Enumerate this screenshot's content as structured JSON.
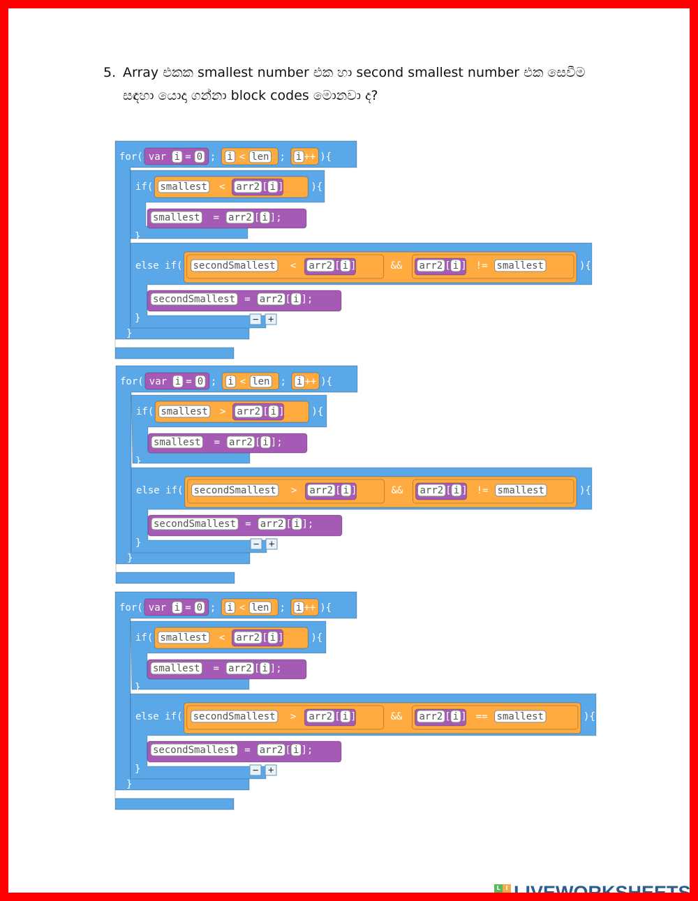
{
  "question": {
    "number": "5.",
    "line1": "Array එකක smallest number එක හා second smallest number එක සෙවීම",
    "line2": "සඳහා යොදා ගන්නා block codes මොනවා ද?"
  },
  "code_blocks": [
    {
      "for_kw": "for(",
      "var_kw": "var",
      "var_i": "i",
      "eq": "=",
      "zero": "0",
      "semi1": ";",
      "cond_i": "i",
      "lt": "<",
      "len": "len",
      "semi2": ";",
      "inc_i": "i",
      "inc_op": "++",
      "close_open": "){",
      "if_kw": "if(",
      "if_var": "smallest",
      "if_op": "<",
      "if_arr": "arr2",
      "if_idx": "i",
      "if_close": "){",
      "assign_var": "smallest",
      "assign_eq": "=",
      "assign_arr": "arr2",
      "assign_idx": "i",
      "assign_semi": ";",
      "brace1": "}",
      "elseif_kw": "else if(",
      "e_var": "secondSmallest",
      "e_op": "<",
      "e_arr": "arr2",
      "e_idx": "i",
      "e_and": "&&",
      "e_arr2": "arr2",
      "e_idx2": "i",
      "e_op2": "!=",
      "e_smallest": "smallest",
      "e_close": "){",
      "a2_var": "secondSmallest",
      "a2_eq": "=",
      "a2_arr": "arr2",
      "a2_idx": "i",
      "a2_semi": ";",
      "brace2": "}",
      "brace3": "}",
      "minus": "−",
      "plus": "+"
    },
    {
      "for_kw": "for(",
      "var_kw": "var",
      "var_i": "i",
      "eq": "=",
      "zero": "0",
      "semi1": ";",
      "cond_i": "i",
      "lt": "<",
      "len": "len",
      "semi2": ";",
      "inc_i": "i",
      "inc_op": "++",
      "close_open": "){",
      "if_kw": "if(",
      "if_var": "smallest",
      "if_op": ">",
      "if_arr": "arr2",
      "if_idx": "i",
      "if_close": "){",
      "assign_var": "smallest",
      "assign_eq": "=",
      "assign_arr": "arr2",
      "assign_idx": "i",
      "assign_semi": ";",
      "brace1": "}",
      "elseif_kw": "else if(",
      "e_var": "secondSmallest",
      "e_op": ">",
      "e_arr": "arr2",
      "e_idx": "i",
      "e_and": "&&",
      "e_arr2": "arr2",
      "e_idx2": "i",
      "e_op2": "!=",
      "e_smallest": "smallest",
      "e_close": "){",
      "a2_var": "secondSmallest",
      "a2_eq": "=",
      "a2_arr": "arr2",
      "a2_idx": "i",
      "a2_semi": ";",
      "brace2": "}",
      "brace3": "}",
      "minus": "−",
      "plus": "+"
    },
    {
      "for_kw": "for(",
      "var_kw": "var",
      "var_i": "i",
      "eq": "=",
      "zero": "0",
      "semi1": ";",
      "cond_i": "i",
      "lt": "<",
      "len": "len",
      "semi2": ";",
      "inc_i": "i",
      "inc_op": "++",
      "close_open": "){",
      "if_kw": "if(",
      "if_var": "smallest",
      "if_op": "<",
      "if_arr": "arr2",
      "if_idx": "i",
      "if_close": "){",
      "assign_var": "smallest",
      "assign_eq": "=",
      "assign_arr": "arr2",
      "assign_idx": "i",
      "assign_semi": ";",
      "brace1": "}",
      "elseif_kw": "else if(",
      "e_var": "secondSmallest",
      "e_op": ">",
      "e_arr": "arr2",
      "e_idx": "i",
      "e_and": "&&",
      "e_arr2": "arr2",
      "e_idx2": "i",
      "e_op2": "==",
      "e_smallest": "smallest",
      "e_close": "){",
      "a2_var": "secondSmallest",
      "a2_eq": "=",
      "a2_arr": "arr2",
      "a2_idx": "i",
      "a2_semi": ";",
      "brace2": "}",
      "brace3": "}",
      "minus": "−",
      "plus": "+"
    }
  ],
  "logo": {
    "text": "LIVEWORKSHEETS",
    "icon_letters": [
      "L",
      "I",
      "V",
      "E"
    ],
    "colors": {
      "blue": "#2a5d8a",
      "green": "#5cb85c",
      "orange": "#f0ad4e",
      "red": "#d9534f"
    }
  },
  "colors": {
    "border": "#ff0000",
    "for_block": "#5ba8e8",
    "var_block": "#a55bb5",
    "orange_block": "#ffab40",
    "white_slot": "#ffffff"
  }
}
